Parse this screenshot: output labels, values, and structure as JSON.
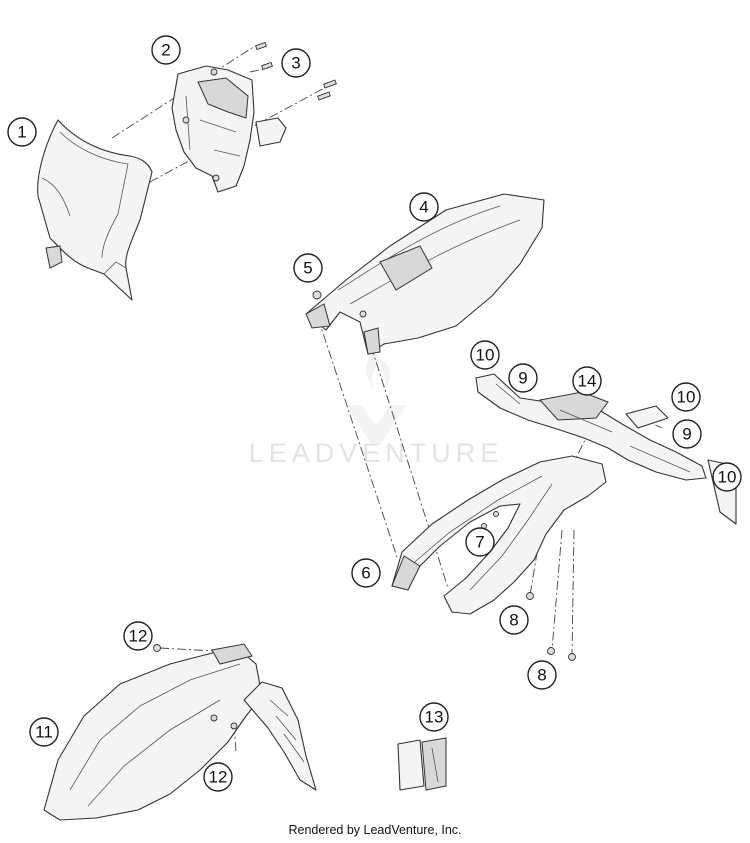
{
  "watermark": {
    "text": "LEADVENTURE"
  },
  "footer": {
    "text": "Rendered by LeadVenture, Inc."
  },
  "callouts": [
    "1",
    "2",
    "3",
    "4",
    "5",
    "6",
    "7",
    "8",
    "8",
    "9",
    "9",
    "10",
    "10",
    "10",
    "11",
    "12",
    "12",
    "13",
    "14"
  ]
}
